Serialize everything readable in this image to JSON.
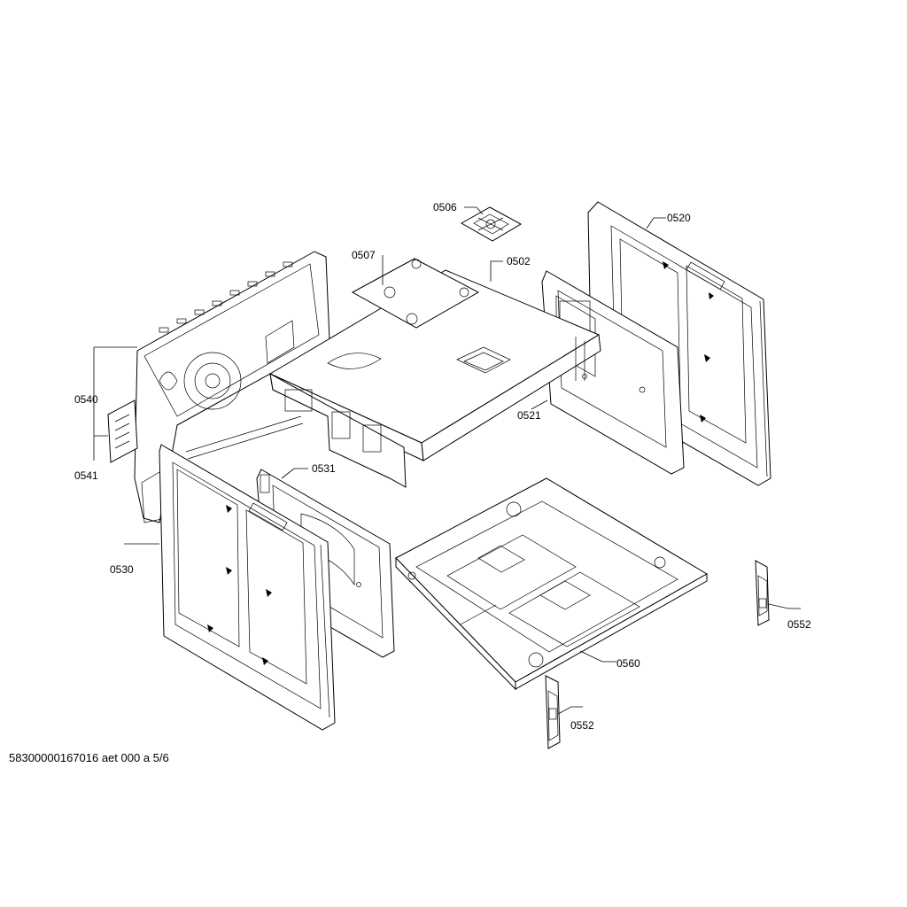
{
  "labels": {
    "p0506": "0506",
    "p0520": "0520",
    "p0507": "0507",
    "p0502": "0502",
    "p0540": "0540",
    "p0521": "0521",
    "p0541": "0541",
    "p0531": "0531",
    "p0530": "0530",
    "p0552a": "0552",
    "p0560": "0560",
    "p0552b": "0552"
  },
  "footer": "58300000167016 aet 000 a 5/6"
}
